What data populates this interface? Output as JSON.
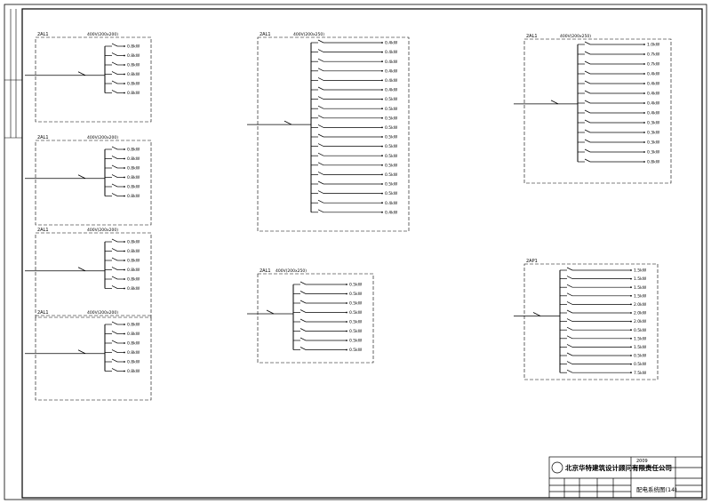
{
  "title_block": {
    "company": "北京华特建筑设计顾问有限责任公司",
    "drawing_title": "配电系统图(14)",
    "date": "2009"
  },
  "panels": [
    {
      "tag": "2AL1",
      "spec": "400V(200x200)",
      "values": [
        "0.8kW",
        "0.8kW",
        "0.8kW",
        "0.8kW",
        "0.8kW",
        "0.8kW"
      ]
    },
    {
      "tag": "2AL1",
      "spec": "400V(200x200)",
      "values": [
        "0.8kW",
        "0.8kW",
        "0.8kW",
        "0.8kW",
        "0.8kW",
        "0.8kW"
      ]
    },
    {
      "tag": "2AL1",
      "spec": "400V(200x200)",
      "values": [
        "0.8kW",
        "0.8kW",
        "0.8kW",
        "0.8kW",
        "0.8kW",
        "0.8kW"
      ]
    },
    {
      "tag": "2AL1",
      "spec": "400V(200x200)",
      "values": [
        "0.8kW",
        "0.8kW",
        "0.8kW",
        "0.8kW",
        "0.8kW",
        "0.8kW"
      ]
    },
    {
      "tag": "2AL1",
      "spec": "400V(200x250)",
      "values": [
        "0.4kW",
        "0.4kW",
        "0.4kW",
        "0.4kW",
        "0.4kW",
        "0.4kW",
        "0.5kW",
        "0.5kW",
        "0.5kW",
        "0.5kW",
        "0.5kW",
        "0.5kW",
        "0.5kW",
        "0.5kW",
        "0.5kW",
        "0.5kW",
        "0.5kW",
        "0.4kW",
        "0.4kW"
      ]
    },
    {
      "tag": "2AL1",
      "spec": "400V(200x250)",
      "values": [
        "0.5kW",
        "0.5kW",
        "0.5kW",
        "0.5kW",
        "0.5kW",
        "0.5kW",
        "0.5kW",
        "0.5kW"
      ]
    },
    {
      "tag": "2AL1",
      "spec": "400V(200x250)",
      "values": [
        "1.0kW",
        "0.7kW",
        "0.7kW",
        "0.4kW",
        "0.4kW",
        "0.4kW",
        "0.4kW",
        "0.4kW",
        "0.3kW",
        "0.3kW",
        "0.3kW",
        "0.3kW",
        "0.8kW"
      ]
    },
    {
      "tag": "2AP1",
      "spec": "",
      "values": [
        "1.5kW",
        "1.5kW",
        "1.5kW",
        "1.5kW",
        "2.0kW",
        "2.0kW",
        "2.0kW",
        "0.5kW",
        "1.5kW",
        "1.5kW",
        "0.5kW",
        "0.5kW",
        "7.5kW"
      ]
    }
  ]
}
